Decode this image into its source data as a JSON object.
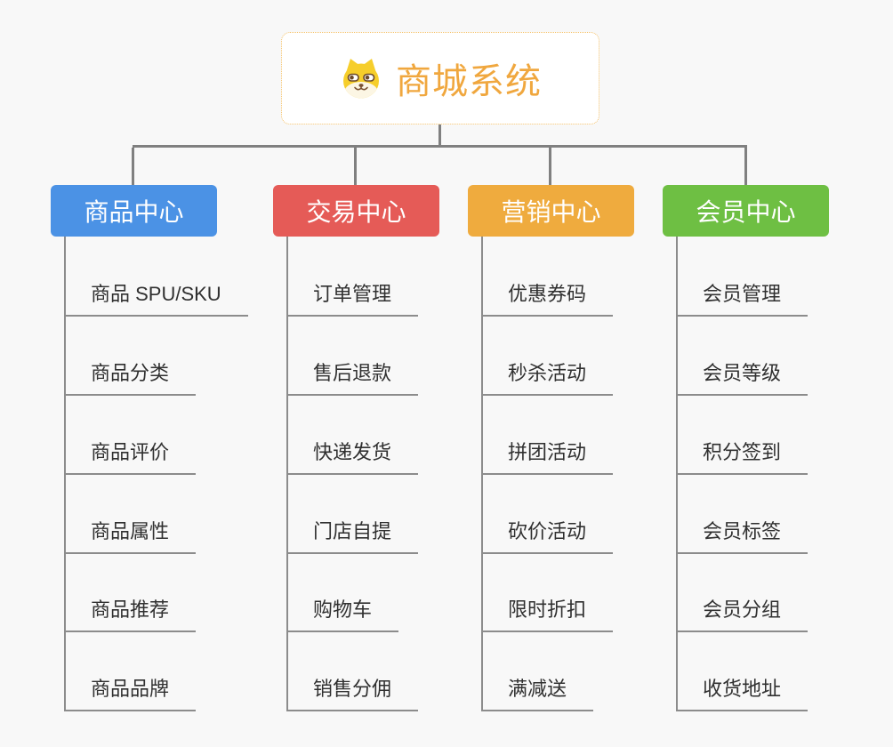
{
  "root": {
    "title": "商城系统",
    "icon": "shiba-dog-icon",
    "title_color": "#F0A73E",
    "border_color": "#F5C26B"
  },
  "connector_color": "#808080",
  "child_line_color": "#8C8C8C",
  "branches": [
    {
      "label": "商品中心",
      "color": "#4B92E5",
      "children": [
        "商品 SPU/SKU",
        "商品分类",
        "商品评价",
        "商品属性",
        "商品推荐",
        "商品品牌"
      ]
    },
    {
      "label": "交易中心",
      "color": "#E55B57",
      "children": [
        "订单管理",
        "售后退款",
        "快递发货",
        "门店自提",
        "购物车",
        "销售分佣"
      ]
    },
    {
      "label": "营销中心",
      "color": "#EFAB3E",
      "children": [
        "优惠券码",
        "秒杀活动",
        "拼团活动",
        "砍价活动",
        "限时折扣",
        "满减送"
      ]
    },
    {
      "label": "会员中心",
      "color": "#6EBF43",
      "children": [
        "会员管理",
        "会员等级",
        "积分签到",
        "会员标签",
        "会员分组",
        "收货地址"
      ]
    }
  ]
}
